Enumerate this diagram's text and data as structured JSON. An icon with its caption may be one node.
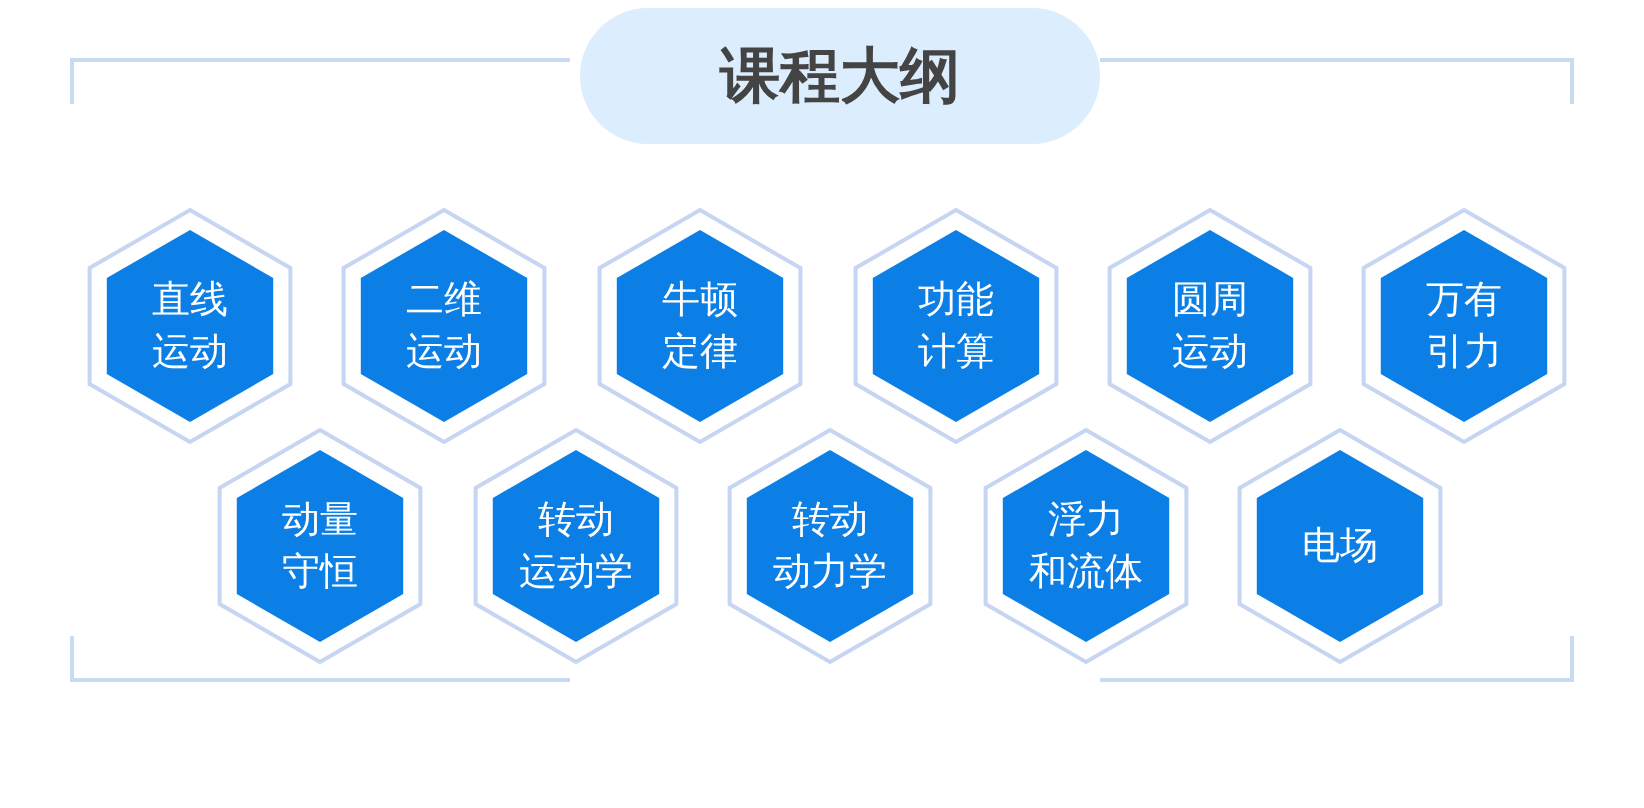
{
  "diagram": {
    "title": "课程大纲",
    "nodes": [
      {
        "text": [
          "直线运动"
        ]
      },
      {
        "text": [
          "二维运动"
        ]
      },
      {
        "text": [
          "牛顿定律"
        ]
      },
      {
        "text": [
          "功能计算"
        ]
      },
      {
        "text": [
          "圆周运动"
        ]
      },
      {
        "text": [
          "万有引力"
        ]
      },
      {
        "text": [
          "动量守恒"
        ]
      },
      {
        "text": [
          "转动运动学"
        ]
      },
      {
        "text": [
          "转动动力学"
        ]
      },
      {
        "text": [
          "浮力和流体"
        ]
      },
      {
        "text": [
          "电场"
        ]
      }
    ]
  }
}
